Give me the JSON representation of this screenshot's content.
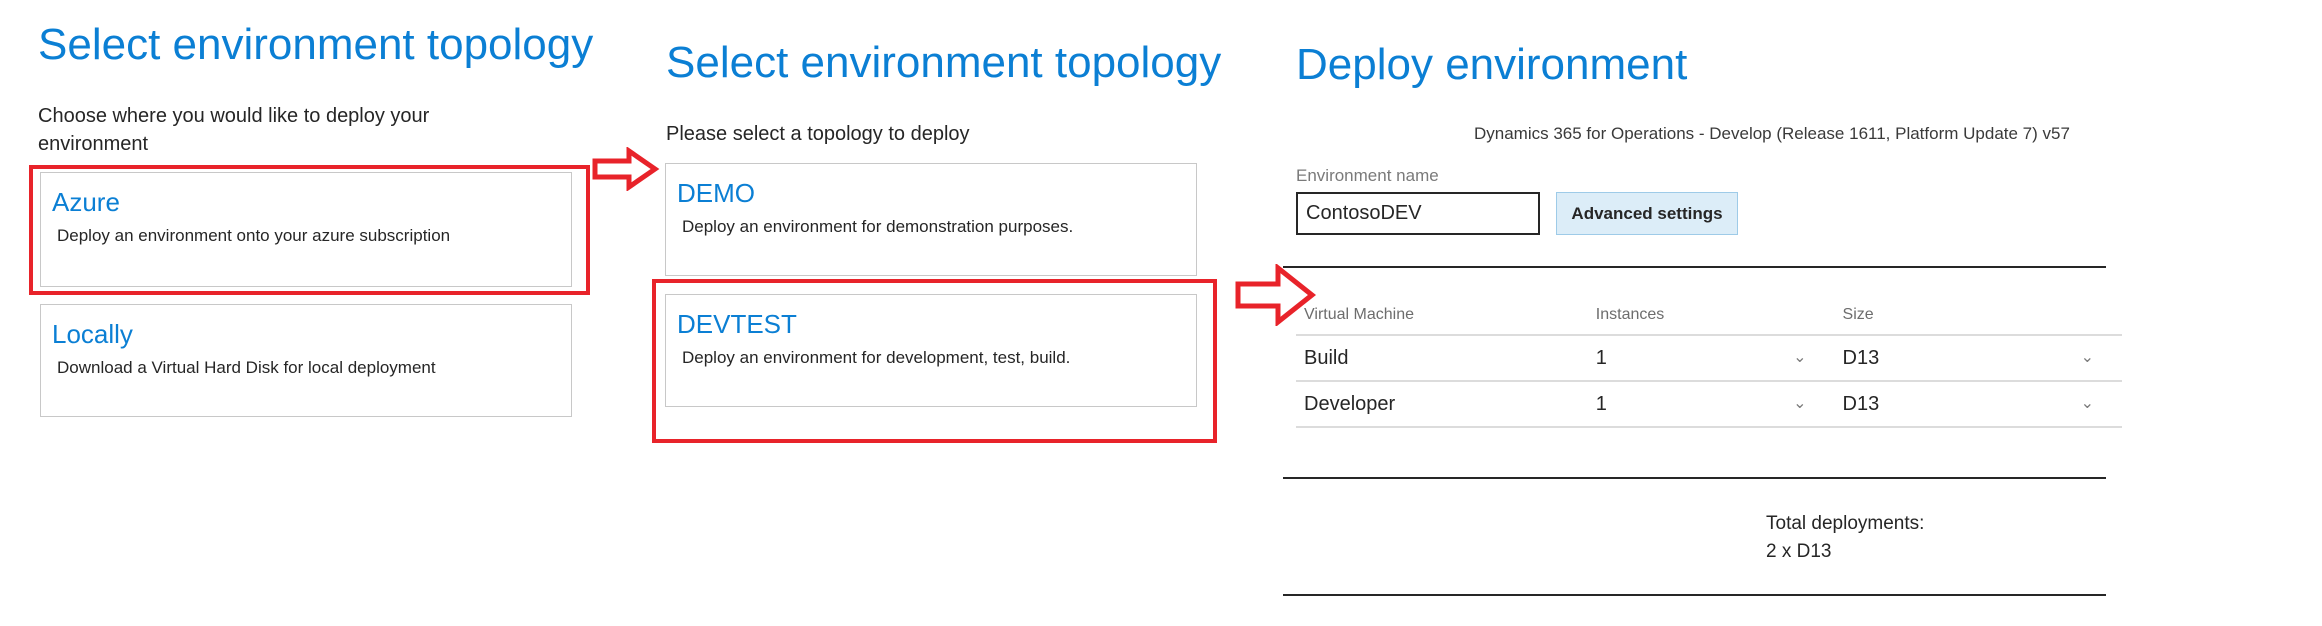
{
  "left_panel": {
    "title": "Select environment topology",
    "subtitle": "Choose where you would like to deploy your environment",
    "cards": [
      {
        "title": "Azure",
        "desc": "Deploy an environment onto your azure subscription",
        "highlighted": true
      },
      {
        "title": "Locally",
        "desc": "Download a Virtual Hard Disk for local deployment",
        "highlighted": false
      }
    ]
  },
  "middle_panel": {
    "title": "Select environment topology",
    "subtitle": "Please select a topology to deploy",
    "cards": [
      {
        "title": "DEMO",
        "desc": "Deploy an environment for demonstration purposes.",
        "highlighted": false
      },
      {
        "title": "DEVTEST",
        "desc": "Deploy an environment for development, test, build.",
        "highlighted": true
      }
    ]
  },
  "right_panel": {
    "title": "Deploy environment",
    "version": "Dynamics 365 for Operations - Develop (Release 1611, Platform Update 7) v57",
    "environment_name_label": "Environment name",
    "environment_name_value": "ContosoDEV",
    "environment_name_placeholder": "Environment name",
    "advanced_settings_label": "Advanced settings",
    "table": {
      "columns": [
        "Virtual Machine",
        "Instances",
        "Size"
      ],
      "rows": [
        {
          "vm": "Build",
          "instances": "1",
          "size": "D13"
        },
        {
          "vm": "Developer",
          "instances": "1",
          "size": "D13"
        }
      ]
    },
    "totals_label": "Total deployments:",
    "totals_value": "2 x D13"
  },
  "annotations": {
    "arrow_icon": "right-arrow-outline",
    "highlight_color": "#e8232a",
    "accent_color": "#0b7fd4"
  }
}
